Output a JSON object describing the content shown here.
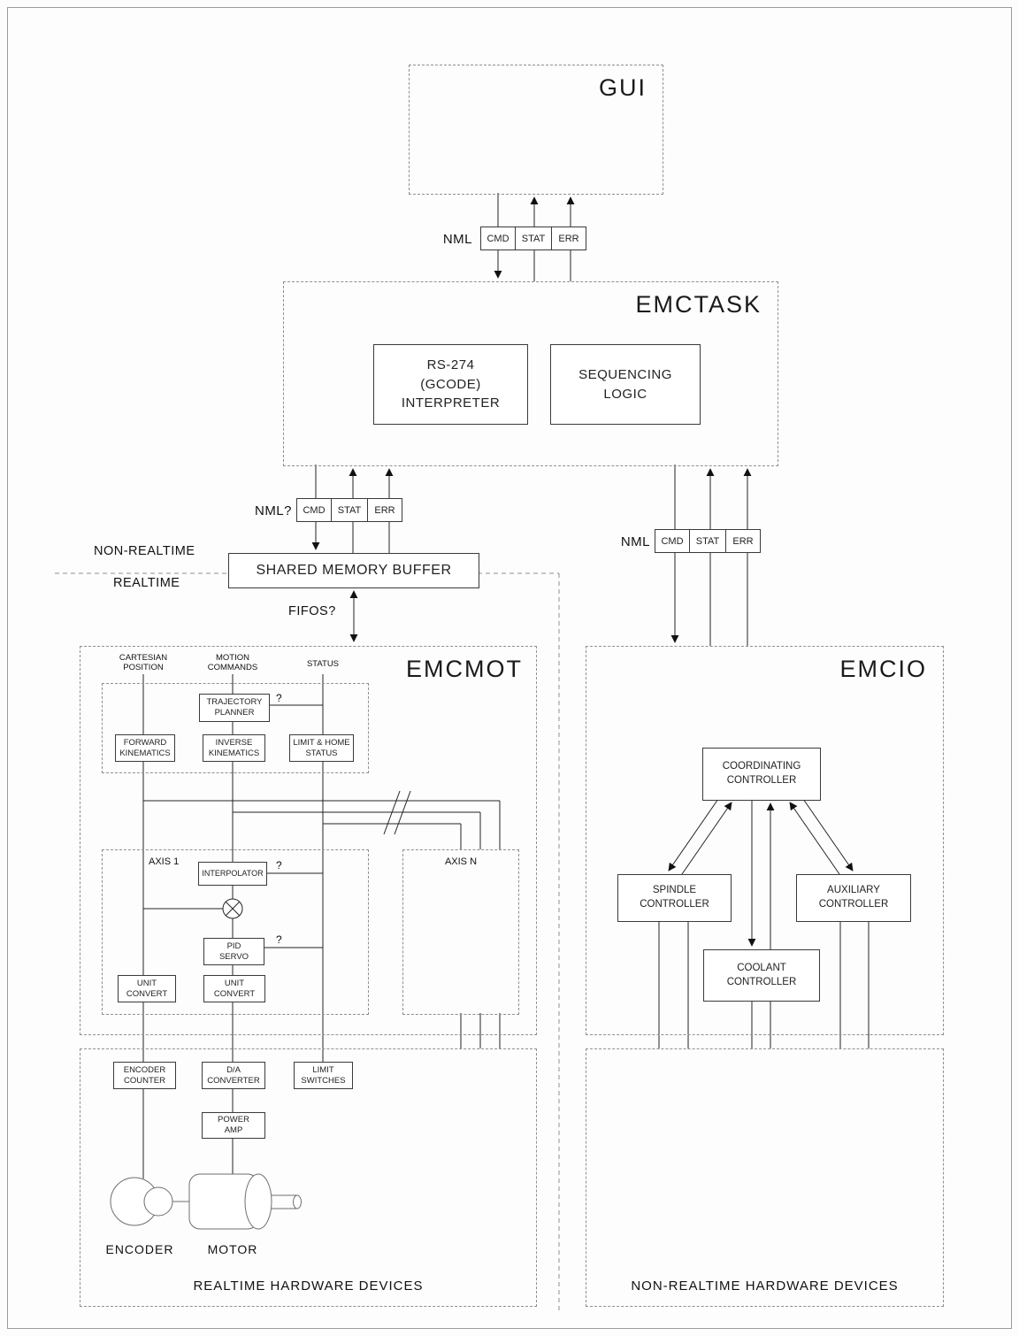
{
  "diagram": {
    "gui": {
      "title": "GUI"
    },
    "nml_top": {
      "label": "NML",
      "cmd": "CMD",
      "stat": "STAT",
      "err": "ERR"
    },
    "nml_left": {
      "label": "NML?",
      "cmd": "CMD",
      "stat": "STAT",
      "err": "ERR"
    },
    "nml_right": {
      "label": "NML",
      "cmd": "CMD",
      "stat": "STAT",
      "err": "ERR"
    },
    "emctask": {
      "title": "EMCTASK",
      "interpreter": "RS-274\n(GCODE)\nINTERPRETER",
      "sequencing": "SEQUENCING\nLOGIC"
    },
    "divider": {
      "non_realtime": "NON-REALTIME",
      "realtime": "REALTIME"
    },
    "shared_memory": {
      "label": "SHARED MEMORY BUFFER"
    },
    "fifos": {
      "label": "FIFOS?"
    },
    "emcmot": {
      "title": "EMCMOT",
      "col_cartesian": "CARTESIAN\nPOSITION",
      "col_motion": "MOTION\nCOMMANDS",
      "col_status": "STATUS",
      "trajectory_planner": "TRAJECTORY\nPLANNER",
      "forward_kinematics": "FORWARD\nKINEMATICS",
      "inverse_kinematics": "INVERSE\nKINEMATICS",
      "limit_home_status": "LIMIT & HOME\nSTATUS",
      "axis1": "AXIS 1",
      "axisn": "AXIS N",
      "interpolator": "INTERPOLATOR",
      "pid_servo": "PID\nSERVO",
      "unit_convert": "UNIT\nCONVERT",
      "question_mark": "?"
    },
    "emcio": {
      "title": "EMCIO",
      "coordinating": "COORDINATING\nCONTROLLER",
      "spindle": "SPINDLE\nCONTROLLER",
      "auxiliary": "AUXILIARY\nCONTROLLER",
      "coolant": "COOLANT\nCONTROLLER"
    },
    "realtime_hw": {
      "title": "REALTIME HARDWARE DEVICES",
      "encoder_counter": "ENCODER\nCOUNTER",
      "da_converter": "D/A\nCONVERTER",
      "limit_switches": "LIMIT\nSWITCHES",
      "power_amp": "POWER\nAMP",
      "encoder": "ENCODER",
      "motor": "MOTOR"
    },
    "nonrealtime_hw": {
      "title": "NON-REALTIME HARDWARE DEVICES"
    }
  }
}
